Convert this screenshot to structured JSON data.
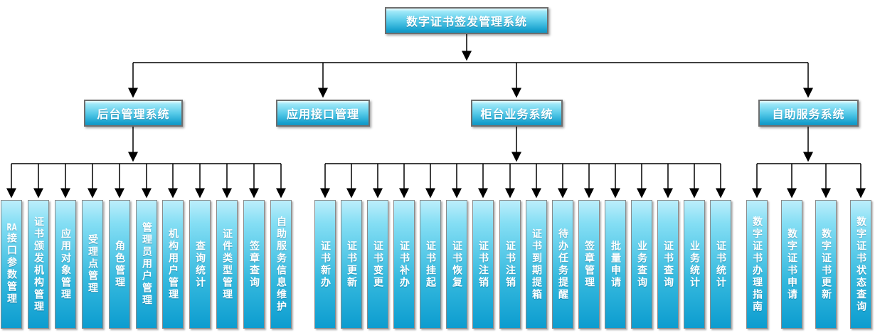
{
  "diagram": {
    "title": "数字证书签发管理系统",
    "root": {
      "label": "数字证书签发管理系统"
    },
    "branches": [
      {
        "label": "后台管理系统",
        "children": [
          {
            "prefix": "RA",
            "text": "接口参数管理"
          },
          "证书颁发机构管理",
          "应用对象管理",
          "受理点管理",
          "角色管理",
          "管理员用户管理",
          "机构用户管理",
          "查询统计",
          "证件类型管理",
          "签章查询",
          "自助服务信息维护"
        ]
      },
      {
        "label": "应用接口管理",
        "children": []
      },
      {
        "label": "柜台业务系统",
        "children": [
          "证书新办",
          "证书更新",
          "证书变更",
          "证书补办",
          "证书挂起",
          "证书恢复",
          "证书注销",
          "证书注销",
          "证书到期提箱",
          "待办任务提醒",
          "签章管理",
          "批量申请",
          "业务查询",
          "证书查询",
          "业务统计",
          "证书统计"
        ]
      },
      {
        "label": "自助服务系统",
        "children": [
          "数字证书办理指南",
          "数字证书申请",
          "数字证书更新",
          "数字证书状态查询"
        ]
      }
    ],
    "colors": {
      "node_gradient_top": "#bceefb",
      "node_gradient_bottom": "#0c9ccf",
      "node_border": "#8a8a8a",
      "connector": "#000000",
      "node_text": "#ffffff"
    }
  }
}
